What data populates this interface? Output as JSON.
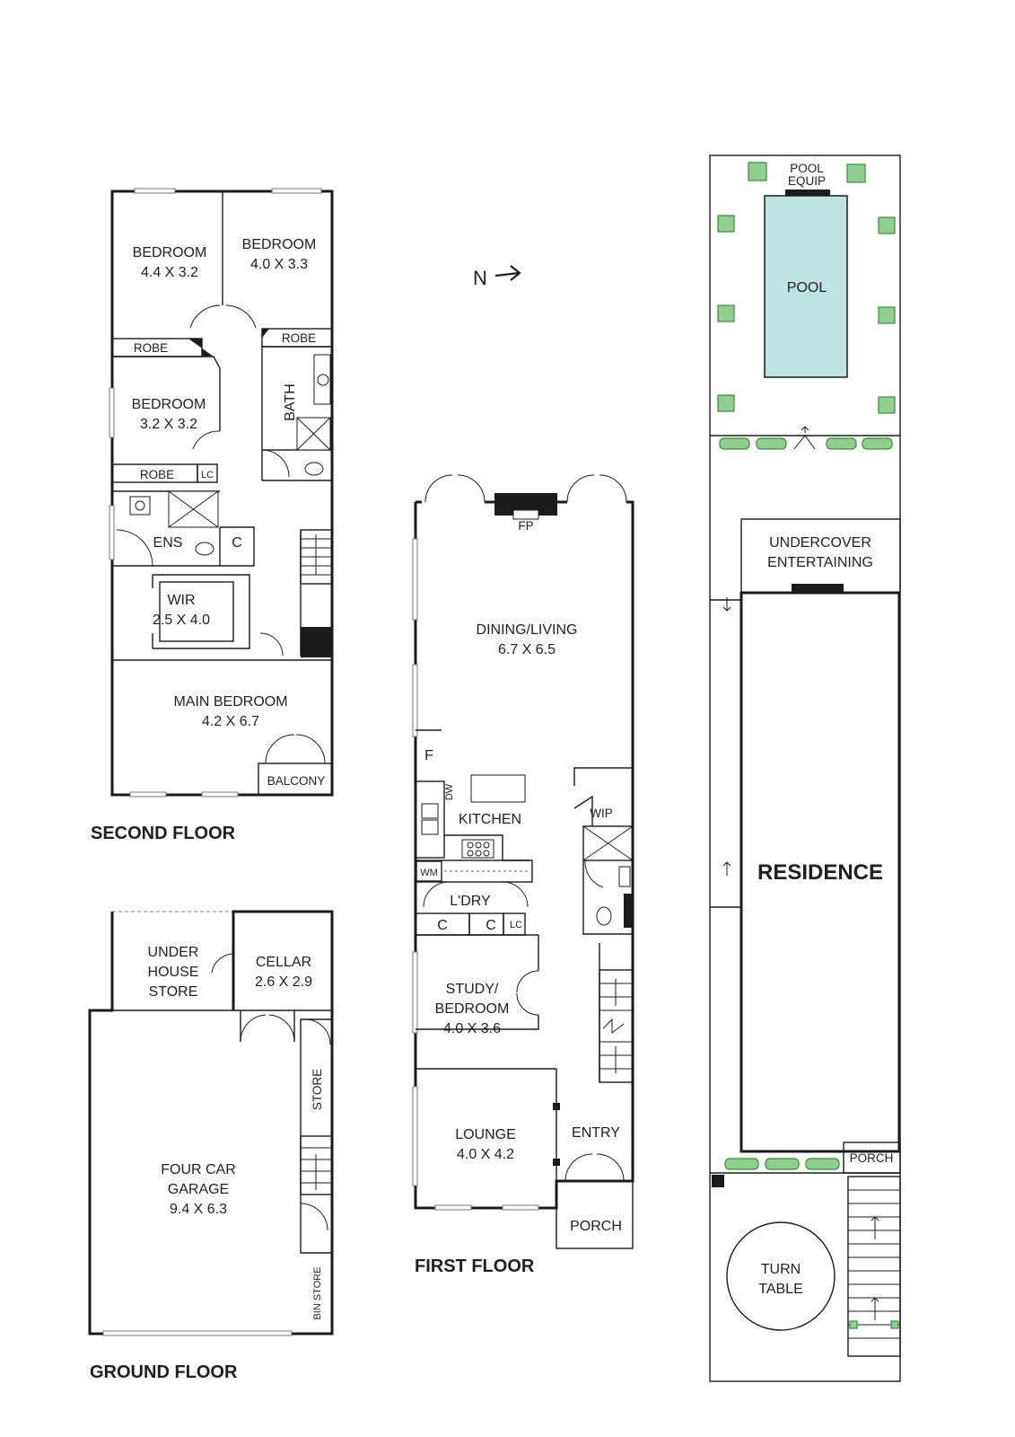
{
  "compass": {
    "label": "N",
    "arrow": "arrow-right-icon"
  },
  "second_floor": {
    "title": "SECOND FLOOR",
    "bedroom_a": {
      "name": "BEDROOM",
      "dims": "4.4 X 3.2"
    },
    "bedroom_b": {
      "name": "BEDROOM",
      "dims": "4.0 X 3.3"
    },
    "bedroom_c": {
      "name": "BEDROOM",
      "dims": "3.2 X 3.2"
    },
    "robe_1": "ROBE",
    "robe_2": "ROBE",
    "robe_3": "ROBE",
    "bath": "BATH",
    "lc": "LC",
    "ens": "ENS",
    "cupboard": "C",
    "wir": {
      "name": "WIR",
      "dims": "2.5 X 4.0"
    },
    "main_bedroom": {
      "name": "MAIN BEDROOM",
      "dims": "4.2 X 6.7"
    },
    "balcony": "BALCONY"
  },
  "ground_floor": {
    "title": "GROUND FLOOR",
    "under_house": [
      "UNDER",
      "HOUSE",
      "STORE"
    ],
    "cellar": {
      "name": "CELLAR",
      "dims": "2.6 X 2.9"
    },
    "store": "STORE",
    "garage": {
      "line1": "FOUR CAR",
      "line2": "GARAGE",
      "dims": "9.4 X 6.3"
    },
    "bin_store": "BIN STORE"
  },
  "first_floor": {
    "title": "FIRST FLOOR",
    "fp": "FP",
    "dining": {
      "name": "DINING/LIVING",
      "dims": "6.7 X 6.5"
    },
    "f": "F",
    "dw": "DW",
    "kitchen": "KITCHEN",
    "wip": "WIP",
    "wm": "WM",
    "laundry": "L'DRY",
    "c1": "C",
    "c2": "C",
    "lc": "LC",
    "study": {
      "line1": "STUDY/",
      "line2": "BEDROOM",
      "dims": "4.0 X 3.6"
    },
    "entry": "ENTRY",
    "lounge": {
      "name": "LOUNGE",
      "dims": "4.0 X 4.2"
    },
    "porch": "PORCH"
  },
  "site": {
    "pool_equip": [
      "POOL",
      "EQUIP"
    ],
    "pool": "POOL",
    "undercover": [
      "UNDERCOVER",
      "ENTERTAINING"
    ],
    "residence": "RESIDENCE",
    "porch": "PORCH",
    "turntable": [
      "TURN",
      "TABLE"
    ]
  }
}
